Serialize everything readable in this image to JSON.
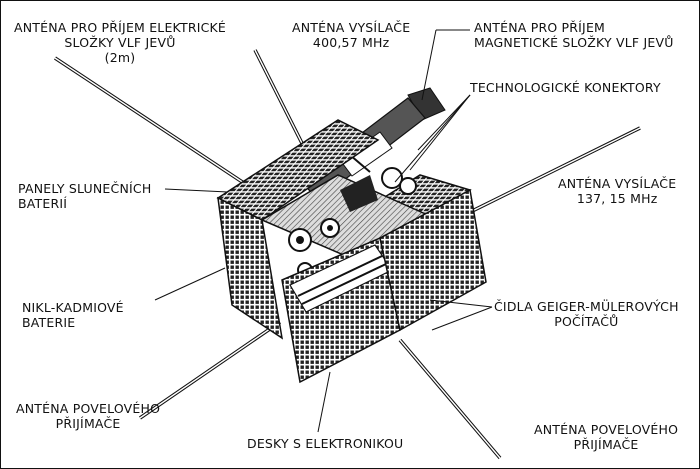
{
  "labels": {
    "antenna_vlf_electric": [
      "ANTÉNA PRO PŘÍJEM ELEKTRICKÉ",
      "SLOŽKY VLF JEVŮ",
      "(2m)"
    ],
    "antenna_transmitter_400": [
      "ANTÉNA VYSÍLAČE",
      "400,57 MHz"
    ],
    "antenna_vlf_magnetic": [
      "ANTÉNA PRO PŘÍJEM",
      "MAGNETICKÉ SLOŽKY VLF JEVŮ"
    ],
    "tech_connectors": [
      "TECHNOLOGICKÉ KONEKTORY"
    ],
    "solar_panels": [
      "PANELY SLUNEČNÍCH",
      "BATERIÍ"
    ],
    "antenna_transmitter_137": [
      "ANTÉNA VYSÍLAČE",
      "137, 15 MHz"
    ],
    "nickel_cadmium": [
      "NIKL-KADMIOVÉ",
      "BATERIE"
    ],
    "geiger_sensors": [
      "ČIDLA GEIGER-MÜLEROVÝCH",
      "POČÍTAČŮ"
    ],
    "antenna_command_left": [
      "ANTÉNA POVELOVÉHO",
      "PŘIJÍMAČE"
    ],
    "electronics_boards": [
      "DESKY S ELEKTRONIKOU"
    ],
    "antenna_command_right": [
      "ANTÉNA POVELOVÉHO",
      "PŘIJÍMAČE"
    ]
  }
}
